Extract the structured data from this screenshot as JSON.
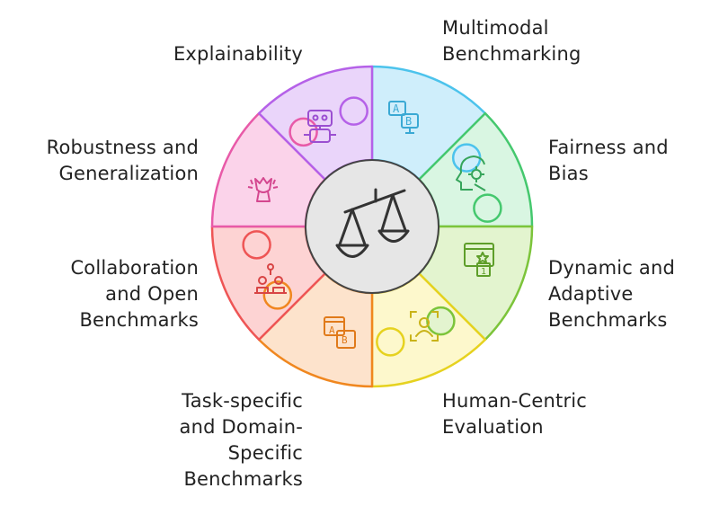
{
  "segments": [
    {
      "id": "multimodal",
      "label": "Multimodal\nBenchmarking",
      "icon": "ab-monitor-icon",
      "fill": "#cfeefb",
      "stroke": "#4cc3ec"
    },
    {
      "id": "fairness",
      "label": "Fairness and\nBias",
      "icon": "head-gear-icon",
      "fill": "#d9f6e2",
      "stroke": "#45c86e"
    },
    {
      "id": "dynamic",
      "label": "Dynamic and\nAdaptive\nBenchmarks",
      "icon": "monitor-star-icon",
      "fill": "#e3f4cf",
      "stroke": "#7cc43a"
    },
    {
      "id": "human",
      "label": "Human-Centric\nEvaluation",
      "icon": "person-frame-icon",
      "fill": "#fdf8cc",
      "stroke": "#e6d21f"
    },
    {
      "id": "task",
      "label": "Task-specific\nand Domain-\nSpecific\nBenchmarks",
      "icon": "ab-browser-icon",
      "fill": "#fde3cc",
      "stroke": "#f0871f"
    },
    {
      "id": "collab",
      "label": "Collaboration\nand Open\nBenchmarks",
      "icon": "team-meeting-icon",
      "fill": "#fdd3d3",
      "stroke": "#ee5555"
    },
    {
      "id": "robustness",
      "label": "Robustness and\nGeneralization",
      "icon": "broken-vase-icon",
      "fill": "#fbd3ea",
      "stroke": "#e85aa8"
    },
    {
      "id": "explainability",
      "label": "Explainability",
      "icon": "robot-icon",
      "fill": "#ead5fa",
      "stroke": "#b561e8"
    }
  ],
  "center": {
    "icon": "balance-scale-icon",
    "fill": "#e6e6e6",
    "stroke": "#444444"
  }
}
